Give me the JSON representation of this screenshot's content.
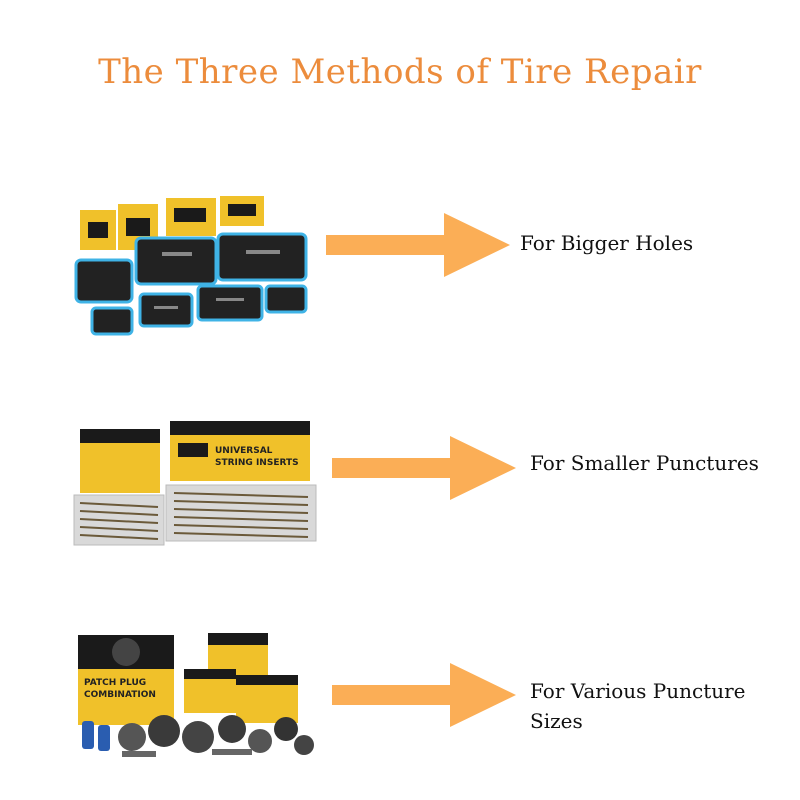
{
  "title": "The Three Methods of Tire Repair",
  "colors": {
    "title": "#ec8c3c",
    "arrow": "#fbae56",
    "label": "#111111"
  },
  "methods": [
    {
      "label": "For Bigger Holes",
      "image": "patch-kit-icon"
    },
    {
      "label": "For Smaller Punctures",
      "image": "string-inserts-kit-icon"
    },
    {
      "label": "For Various Puncture Sizes",
      "image": "patch-plug-kit-icon"
    }
  ],
  "box_text": {
    "string_brand": "UNIVERSAL",
    "string_brand_2": "STRING INSERTS",
    "plug_brand": "PATCH PLUG",
    "plug_brand_2": "COMBINATION"
  }
}
